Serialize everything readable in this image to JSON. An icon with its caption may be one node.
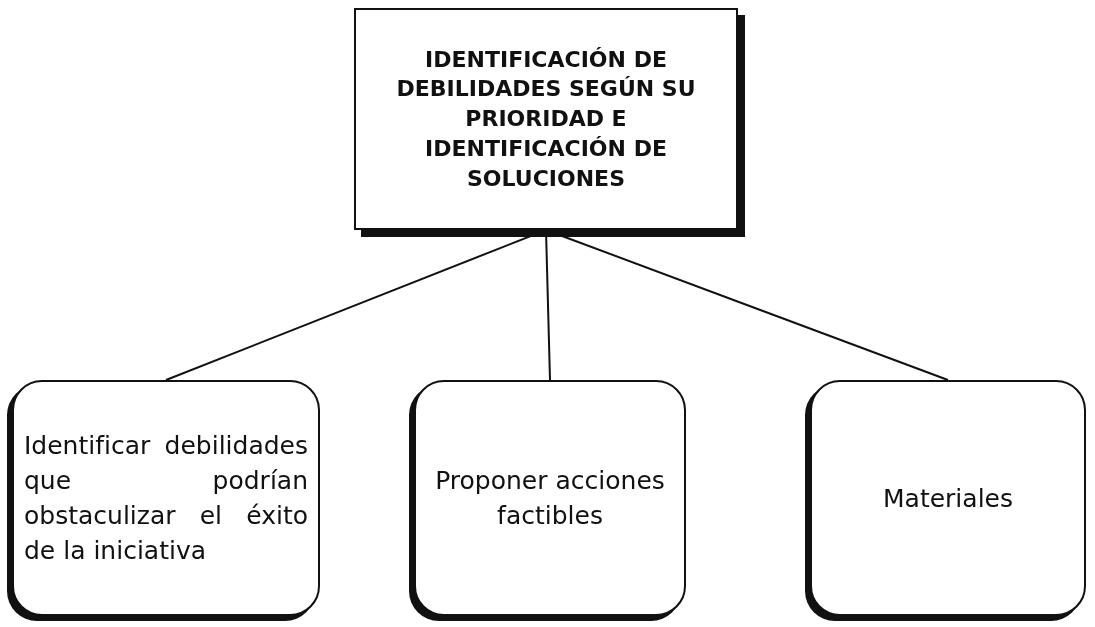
{
  "diagram": {
    "nodes": [
      {
        "text": [
          "IDENTIFICACIÓN DE DEBILIDADES SEGÚN SU PRIORIDAD E IDENTIFICACIÓN DE SOLUCIONES"
        ]
      },
      {
        "text": [
          "Identificar debilidades que podrían obstaculizar el éxito de la iniciativa"
        ]
      },
      {
        "text": [
          "Proponer acciones factibles"
        ]
      },
      {
        "text": [
          "Materiales"
        ]
      }
    ],
    "edges": [
      {
        "from": 0,
        "to": 1,
        "arrow": "none"
      },
      {
        "from": 0,
        "to": 2,
        "arrow": "none"
      },
      {
        "from": 0,
        "to": 3,
        "arrow": "none"
      }
    ]
  }
}
